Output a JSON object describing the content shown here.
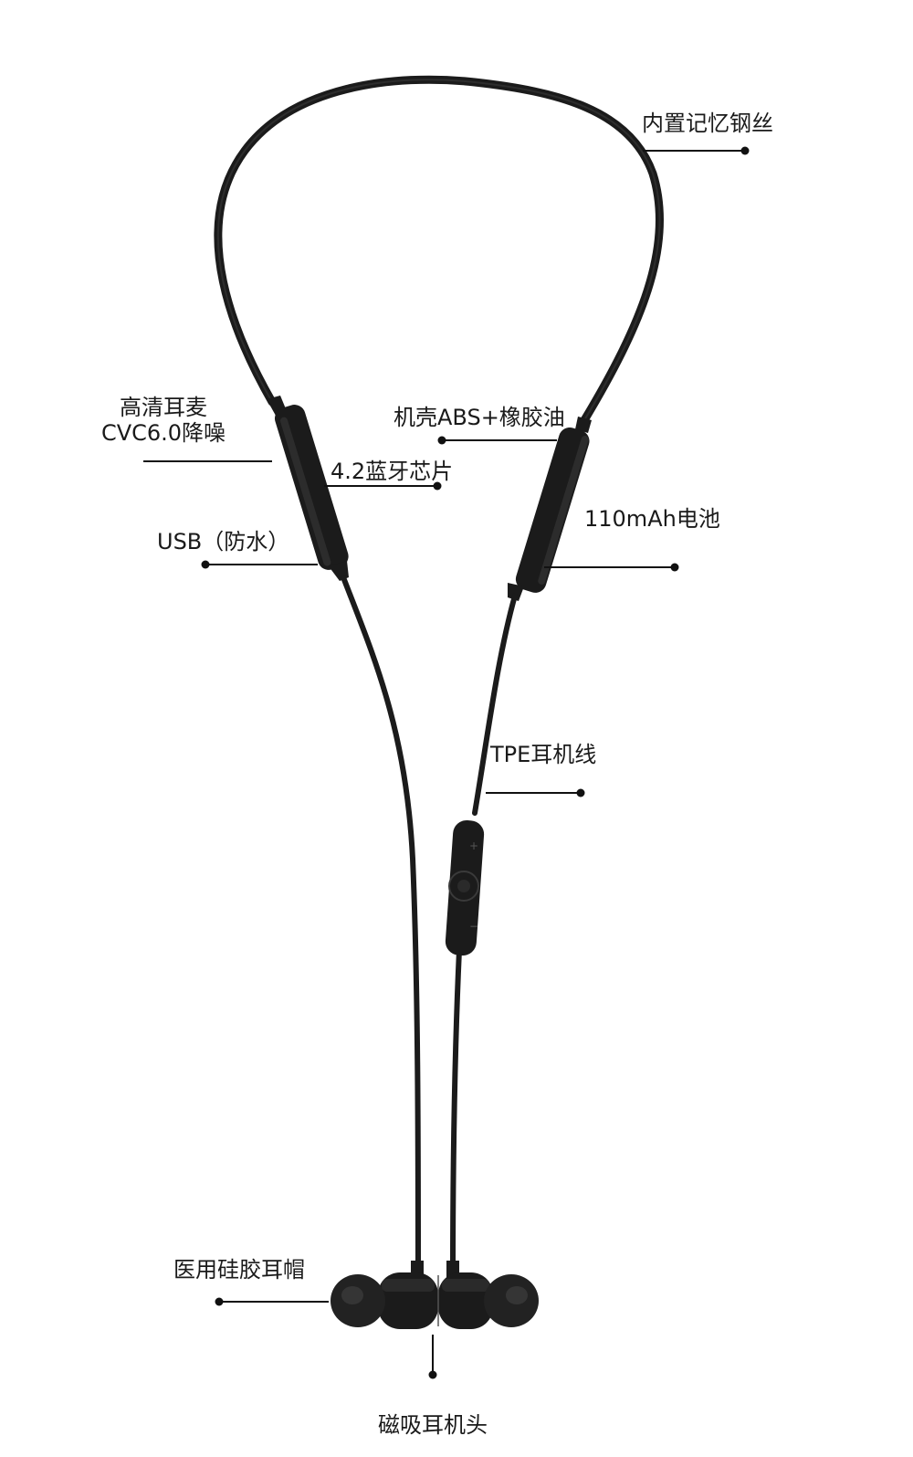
{
  "labels": {
    "memory_wire": "内置记忆钢丝",
    "mic_line1": "高清耳麦",
    "mic_line2": "CVC6.0降噪",
    "housing": "机壳ABS+橡胶油",
    "chip": "4.2蓝牙芯片",
    "usb": "USB（防水）",
    "battery": "110mAh电池",
    "cable": "TPE耳机线",
    "eartips": "医用硅胶耳帽",
    "magnetic": "磁吸耳机头"
  },
  "colors": {
    "product": "#1b1b1b",
    "product_highlight": "#3a3a3a",
    "leader_line": "#111111",
    "text": "#1a1a1a",
    "background": "#ffffff"
  }
}
